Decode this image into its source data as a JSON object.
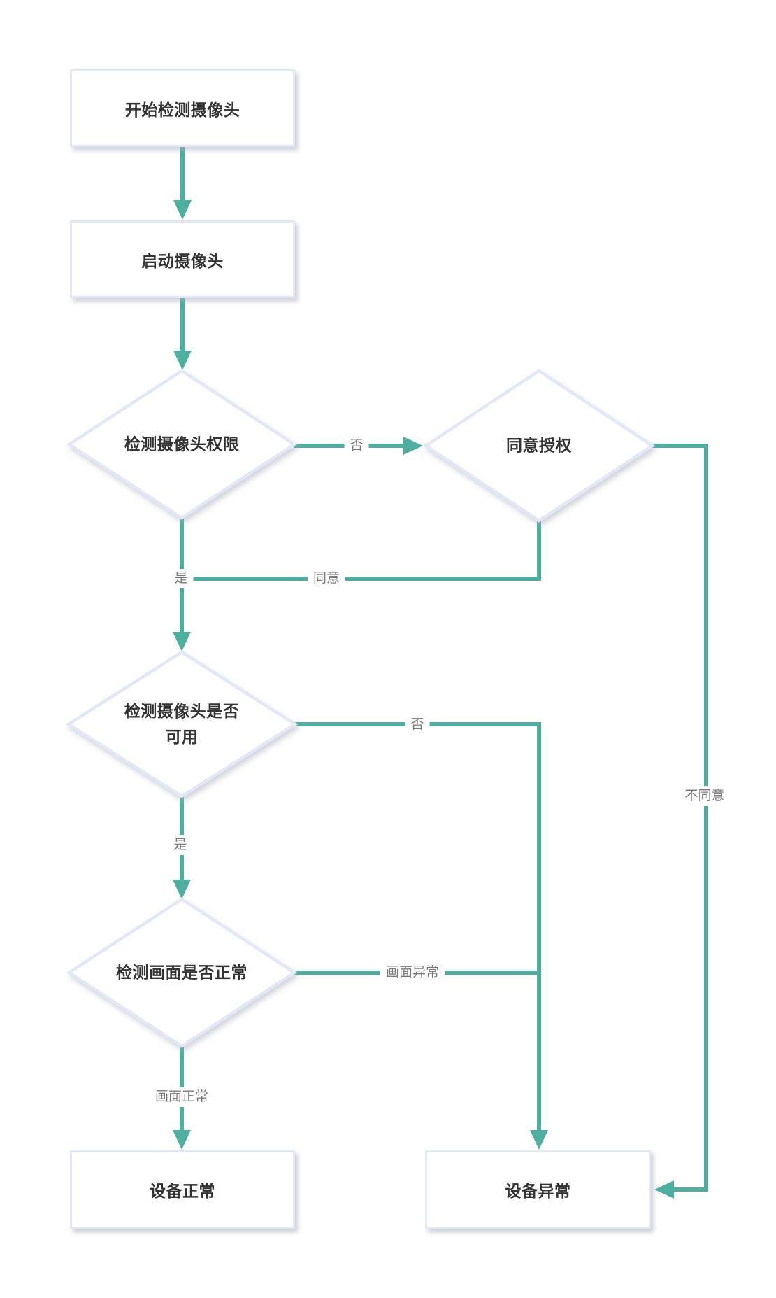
{
  "diagram": {
    "accent_color": "#4eaf9f",
    "node_border_color": "#e3e8f7",
    "nodes": {
      "start": {
        "label": "开始检测摄像头",
        "shape": "rect"
      },
      "launch_camera": {
        "label": "启动摄像头",
        "shape": "rect"
      },
      "check_permission": {
        "label": "检测摄像头权限",
        "shape": "diamond"
      },
      "agree_authorization": {
        "label": "同意授权",
        "shape": "diamond"
      },
      "check_camera_available": {
        "line1": "检测摄像头是否",
        "line2": "可用",
        "shape": "diamond"
      },
      "check_frame_normal": {
        "label": "检测画面是否正常",
        "shape": "diamond"
      },
      "device_normal": {
        "label": "设备正常",
        "shape": "rect"
      },
      "device_abnormal": {
        "label": "设备异常",
        "shape": "rect"
      }
    },
    "edges": [
      {
        "from": "start",
        "to": "launch_camera",
        "label": ""
      },
      {
        "from": "launch_camera",
        "to": "check_permission",
        "label": ""
      },
      {
        "from": "check_permission",
        "to": "agree_authorization",
        "label": "否"
      },
      {
        "from": "check_permission",
        "to": "check_camera_available",
        "label": "是"
      },
      {
        "from": "agree_authorization",
        "to": "check_camera_available",
        "label": "同意"
      },
      {
        "from": "agree_authorization",
        "to": "device_abnormal",
        "label": "不同意"
      },
      {
        "from": "check_camera_available",
        "to": "device_abnormal",
        "label": "否"
      },
      {
        "from": "check_camera_available",
        "to": "check_frame_normal",
        "label": "是"
      },
      {
        "from": "check_frame_normal",
        "to": "device_abnormal",
        "label": "画面异常"
      },
      {
        "from": "check_frame_normal",
        "to": "device_normal",
        "label": "画面正常"
      }
    ]
  }
}
